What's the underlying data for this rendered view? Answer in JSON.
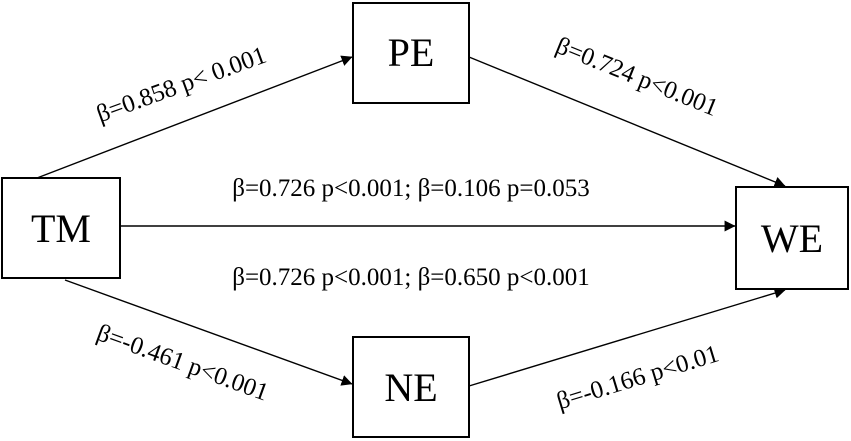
{
  "nodes": {
    "tm": {
      "label": "TM"
    },
    "pe": {
      "label": "PE"
    },
    "ne": {
      "label": "NE"
    },
    "we": {
      "label": "WE"
    }
  },
  "paths": {
    "tm_pe": "β=0.858 p< 0.001",
    "pe_we": "β=0.724 p<0.001",
    "tm_ne": "β=-0.461 p<0.001",
    "ne_we": "β=-0.166 p<0.01",
    "tm_we_upper": "β=0.726 p<0.001; β=0.106 p=0.053",
    "tm_we_lower": "β=0.726 p<0.001; β=0.650 p<0.001"
  }
}
